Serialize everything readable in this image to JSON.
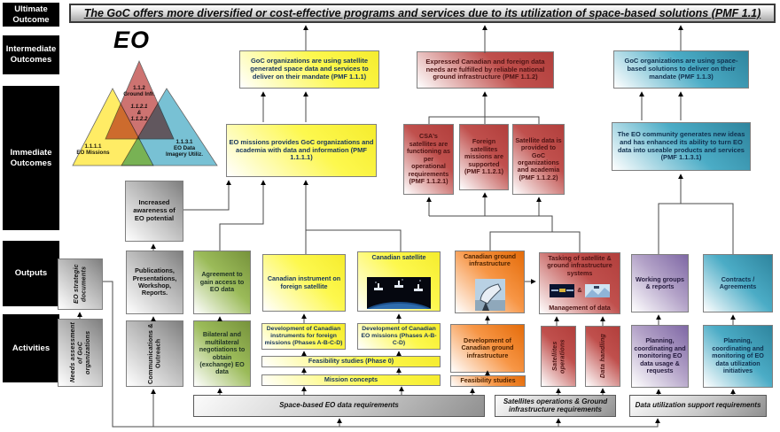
{
  "banner": "The GoC offers more diversified or cost-effective programs and services due to its utilization of space-based solutions (PMF 1.1)",
  "row_labels": [
    "Ultimate Outcome",
    "Intermediate Outcomes",
    "Immediate Outcomes",
    "Outputs",
    "Activities"
  ],
  "venn": {
    "title": "EO",
    "red_label": "1.1.2\nGround Infr.",
    "red_sub": "1.1.2.1\n&\n1.1.2.2",
    "yellow_label": "1.1.1.1\nEO Missions",
    "blue_label": "1.1.3.1\nEO Data\nImagery Utiliz."
  },
  "intermediate": {
    "yellow": "GoC  organizations are using satellite generated space data and services to deliver on their mandate (PMF 1.1.1)",
    "red": "Expressed Canadian and foreign data needs are fulfilled by reliable national ground infrastructure (PMF 1.1.2)",
    "blue": "GoC organizations are using space-based solutions to deliver on their mandate (PMF 1.1.3)"
  },
  "immediate": {
    "yellow": "EO missions provides GoC organizations and academia with data and information (PMF 1.1.1.1)",
    "red1": "CSA's satellites are functioning as per operational requirements (PMF 1.1.2.1)",
    "red2": "Foreign satellites missions are supported (PMF 1.1.2.1)",
    "red3": "Satellite data is provided to GoC organizations and academia (PMF 1.1.2.2)",
    "blue": "The EO community generates new ideas and has enhanced its ability to turn EO data into useable products and services (PMF 1.1.3.1)",
    "awareness": "Increased awareness of EO potential"
  },
  "outputs": {
    "strategic": "EO strategic documents",
    "publications": "Publications, Presentations, Workshop, Reports.",
    "agreement": "Agreement to gain access to EO data",
    "instrument": "Canadian instrument on foreign satellite",
    "satellite": "Canadian satellite",
    "ground": "Canadian ground infrastructure",
    "tasking_top": "Tasking of satellite & ground infrastructure systems",
    "tasking_amp": "&",
    "tasking_bottom": "Management of data",
    "working": "Working groups & reports",
    "contracts": "Contracts / Agreements"
  },
  "activities": {
    "needs": "Needs assessment of GoC organizations",
    "communications": "Communications & Outreach",
    "bilateral": "Bilateral and multilateral negotiations to obtain (exchange) EO data",
    "dev_instruments": "Development of Canadian instruments for foreign missions (Phases A-B-C-D)",
    "dev_missions": "Development of Canadian EO missions (Phases A-B-C-D)",
    "feasibility0": "Feasibility studies (Phase 0)",
    "concepts": "Mission concepts",
    "dev_ground": "Development of Canadian ground infrastructure",
    "feasibility": "Feasibility studies",
    "sat_ops": "Satellites operations",
    "data_handling": "Data handling",
    "planning_usage": "Planning, coordinating and monitoring EO data usage & requests",
    "planning_init": "Planning, coordinating and monitoring of EO data utilization initiatives"
  },
  "requirements": {
    "space": "Space-based EO data requirements",
    "satops": "Satellites operations & Ground infrastructure requirements",
    "datautil": "Data utilization support requirements"
  },
  "palette": {
    "yellow": "#fdf84e",
    "red": "#c0504d",
    "blue": "#4bacc6",
    "green": "#9bbb59",
    "orange": "#f79646",
    "purple": "#b2a1c7",
    "gray": "#a6a6a6",
    "black": "#000000"
  }
}
